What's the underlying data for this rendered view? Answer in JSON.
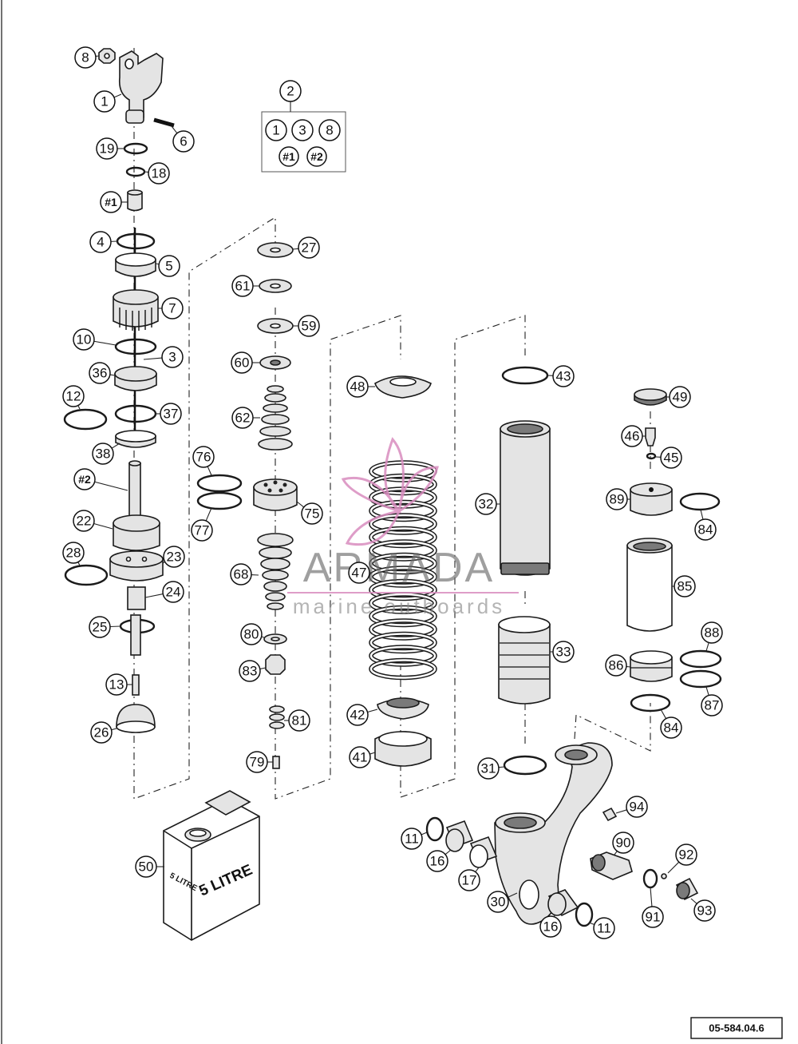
{
  "diagram": {
    "reference_code": "05-584.04.6",
    "watermark": {
      "brand": "ARMADA",
      "tagline": "marine outboards",
      "accent_color": "#d98cbf"
    },
    "container_label_side": "5 LITRE",
    "container_label_front": "5 LITRE",
    "kit_box_items": [
      "1",
      "3",
      "8",
      "#1",
      "#2"
    ],
    "callouts": [
      {
        "id": "c8",
        "label": "8"
      },
      {
        "id": "c1",
        "label": "1"
      },
      {
        "id": "c6",
        "label": "6"
      },
      {
        "id": "c19",
        "label": "19"
      },
      {
        "id": "c18",
        "label": "18"
      },
      {
        "id": "c2",
        "label": "2"
      },
      {
        "id": "ch1",
        "label": "#1"
      },
      {
        "id": "c4",
        "label": "4"
      },
      {
        "id": "c5",
        "label": "5"
      },
      {
        "id": "c7",
        "label": "7"
      },
      {
        "id": "c10",
        "label": "10"
      },
      {
        "id": "c3",
        "label": "3"
      },
      {
        "id": "c36",
        "label": "36"
      },
      {
        "id": "c12",
        "label": "12"
      },
      {
        "id": "c37",
        "label": "37"
      },
      {
        "id": "c38",
        "label": "38"
      },
      {
        "id": "ch2",
        "label": "#2"
      },
      {
        "id": "c22",
        "label": "22"
      },
      {
        "id": "c28",
        "label": "28"
      },
      {
        "id": "c23",
        "label": "23"
      },
      {
        "id": "c24",
        "label": "24"
      },
      {
        "id": "c25",
        "label": "25"
      },
      {
        "id": "c13",
        "label": "13"
      },
      {
        "id": "c26",
        "label": "26"
      },
      {
        "id": "c27",
        "label": "27"
      },
      {
        "id": "c61",
        "label": "61"
      },
      {
        "id": "c59",
        "label": "59"
      },
      {
        "id": "c60",
        "label": "60"
      },
      {
        "id": "c62",
        "label": "62"
      },
      {
        "id": "c76",
        "label": "76"
      },
      {
        "id": "c77",
        "label": "77"
      },
      {
        "id": "c75",
        "label": "75"
      },
      {
        "id": "c68",
        "label": "68"
      },
      {
        "id": "c80",
        "label": "80"
      },
      {
        "id": "c83",
        "label": "83"
      },
      {
        "id": "c81",
        "label": "81"
      },
      {
        "id": "c79",
        "label": "79"
      },
      {
        "id": "c48",
        "label": "48"
      },
      {
        "id": "c47",
        "label": "47"
      },
      {
        "id": "c42",
        "label": "42"
      },
      {
        "id": "c41",
        "label": "41"
      },
      {
        "id": "c43",
        "label": "43"
      },
      {
        "id": "c32",
        "label": "32"
      },
      {
        "id": "c33",
        "label": "33"
      },
      {
        "id": "c31",
        "label": "31"
      },
      {
        "id": "c49",
        "label": "49"
      },
      {
        "id": "c46",
        "label": "46"
      },
      {
        "id": "c45",
        "label": "45"
      },
      {
        "id": "c89",
        "label": "89"
      },
      {
        "id": "c84a",
        "label": "84"
      },
      {
        "id": "c85",
        "label": "85"
      },
      {
        "id": "c88",
        "label": "88"
      },
      {
        "id": "c86",
        "label": "86"
      },
      {
        "id": "c87",
        "label": "87"
      },
      {
        "id": "c84b",
        "label": "84"
      },
      {
        "id": "c94",
        "label": "94"
      },
      {
        "id": "c90",
        "label": "90"
      },
      {
        "id": "c92",
        "label": "92"
      },
      {
        "id": "c91",
        "label": "91"
      },
      {
        "id": "c93",
        "label": "93"
      },
      {
        "id": "c11a",
        "label": "11"
      },
      {
        "id": "c16a",
        "label": "16"
      },
      {
        "id": "c17",
        "label": "17"
      },
      {
        "id": "c30",
        "label": "30"
      },
      {
        "id": "c16b",
        "label": "16"
      },
      {
        "id": "c11b",
        "label": "11"
      },
      {
        "id": "c50",
        "label": "50"
      }
    ]
  }
}
